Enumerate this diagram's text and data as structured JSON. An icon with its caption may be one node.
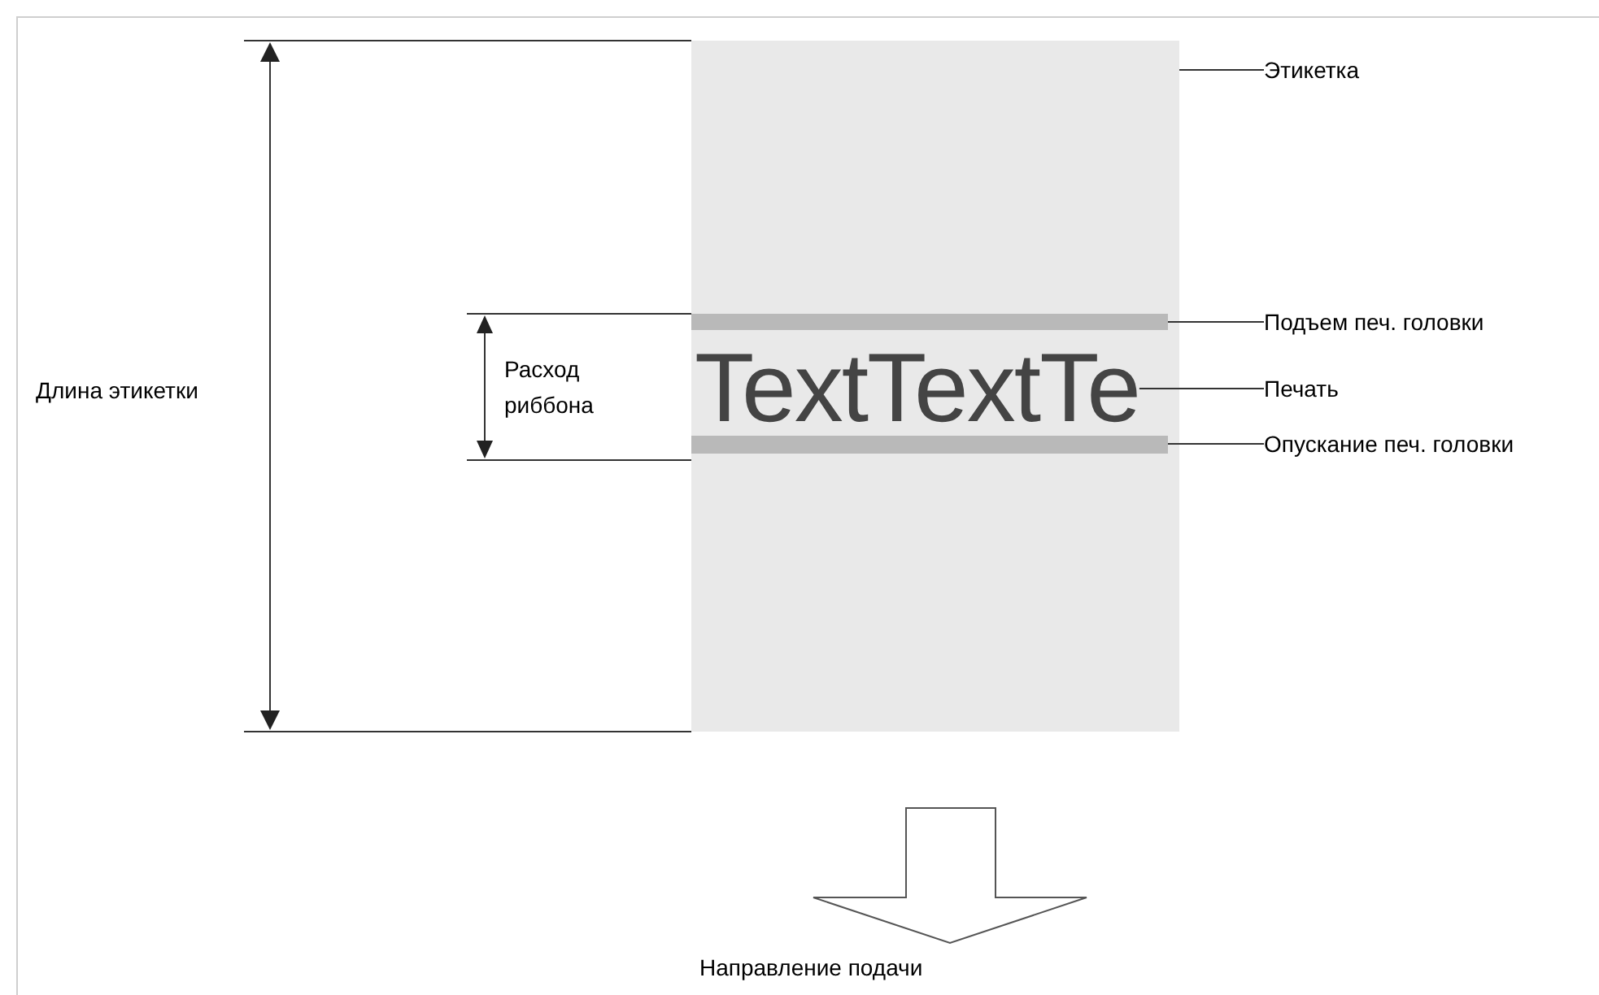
{
  "diagram": {
    "nodes": [
      {
        "text": [
          "Этикетка"
        ]
      },
      {
        "text": [],
        "shape": "box"
      },
      {
        "text": [
          "Подъем печ. головки"
        ]
      },
      {
        "text": [],
        "shape": "bar",
        "in": 1
      },
      {
        "text": [
          "Печать"
        ]
      },
      {
        "text": [
          "TextTextTe"
        ],
        "in": 1
      },
      {
        "text": [
          "Опускание печ. головки"
        ]
      },
      {
        "text": [],
        "shape": "bar",
        "in": 1
      }
    ],
    "edges": [
      {
        "from": 0,
        "to": 1,
        "arrow": "none"
      },
      {
        "from": 2,
        "to": 3,
        "arrow": "none"
      },
      {
        "from": 4,
        "to": 5,
        "arrow": "none"
      },
      {
        "from": 6,
        "to": 7,
        "arrow": "none"
      }
    ],
    "labels": [
      "Длина этикетки",
      "Расход риббона",
      "Направление подачи"
    ]
  }
}
